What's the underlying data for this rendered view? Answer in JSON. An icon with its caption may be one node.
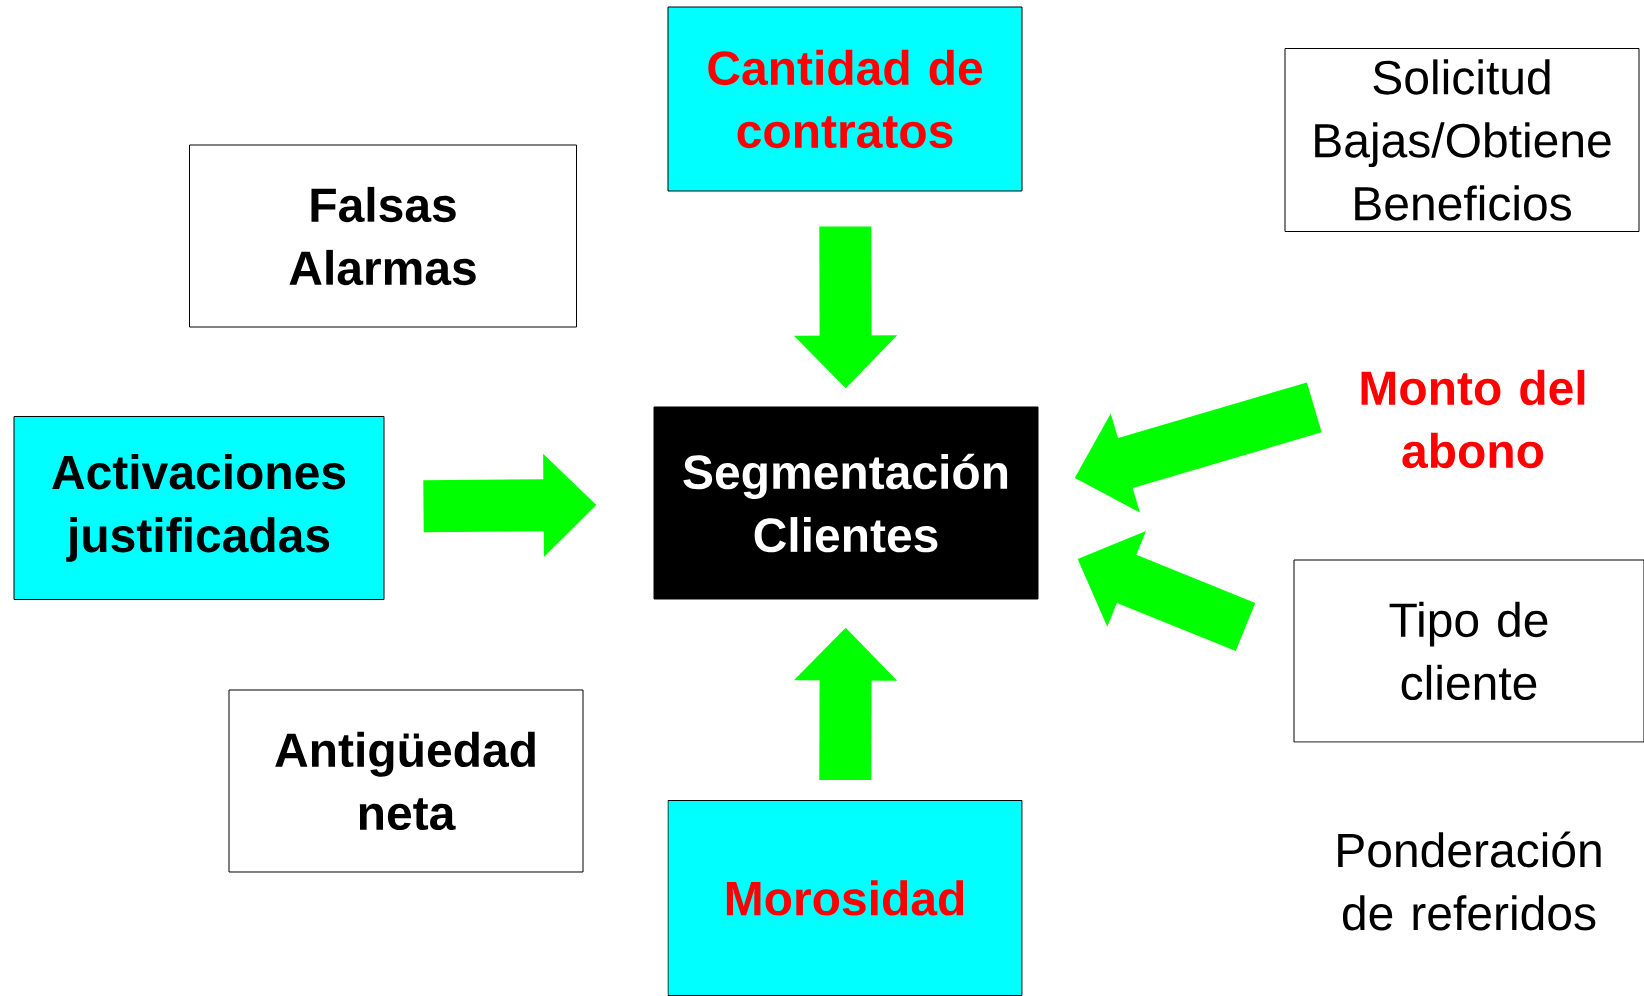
{
  "diagram": {
    "nodes": [
      {
        "text": [
          "Cantidad de contratos"
        ]
      },
      {
        "text": [
          "Solicitud Bajas/Obtiene Beneficios"
        ]
      },
      {
        "text": [
          "Falsas Alarmas"
        ]
      },
      {
        "text": [
          "Monto del abono"
        ]
      },
      {
        "text": [
          "Activaciones justificadas"
        ]
      },
      {
        "text": [
          "Segmentación Clientes"
        ]
      },
      {
        "text": [
          "Tipo de cliente"
        ]
      },
      {
        "text": [
          "Antigüedad neta"
        ]
      },
      {
        "text": [
          "Morosidad"
        ]
      },
      {
        "text": [
          "Ponderación de referidos"
        ]
      }
    ],
    "edges": [
      {
        "from": 0,
        "to": 5,
        "arrow": "to"
      },
      {
        "from": 4,
        "to": 5,
        "arrow": "to"
      },
      {
        "from": 3,
        "to": 5,
        "arrow": "to"
      },
      {
        "from": 6,
        "to": 5,
        "arrow": "to"
      },
      {
        "from": 8,
        "to": 5,
        "arrow": "to"
      }
    ]
  }
}
